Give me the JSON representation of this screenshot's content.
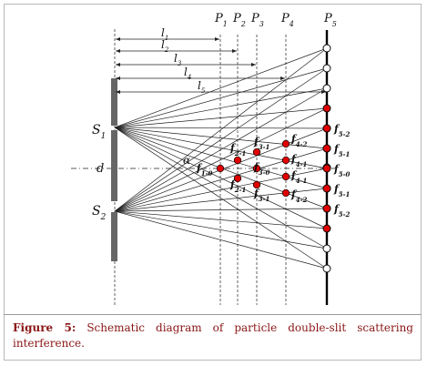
{
  "figure": {
    "plane_labels": [
      "P1",
      "P2",
      "P3",
      "P4",
      "P5"
    ],
    "distance_labels": [
      "l1",
      "l2",
      "l3",
      "l4",
      "l5"
    ],
    "slit_labels": [
      "S1",
      "S2"
    ],
    "spacing_label": "d",
    "angle_label": "α",
    "point_labels": {
      "p1": [
        "f1-0"
      ],
      "p2": [
        "f2-1",
        "f2-1"
      ],
      "p3": [
        "f3-1",
        "f3-0",
        "f3-1"
      ],
      "p4": [
        "f4-2",
        "f4-1",
        "f4-1",
        "f4-2"
      ],
      "p5": [
        "f5-2",
        "f5-1",
        "f5-0",
        "f5-1",
        "f5-2"
      ]
    },
    "colors": {
      "active_point": "#e00000",
      "line": "#222222",
      "slit": "#666666"
    }
  },
  "caption": {
    "label": "Figure 5:",
    "text": " Schematic diagram of particle double-slit scattering interference."
  }
}
